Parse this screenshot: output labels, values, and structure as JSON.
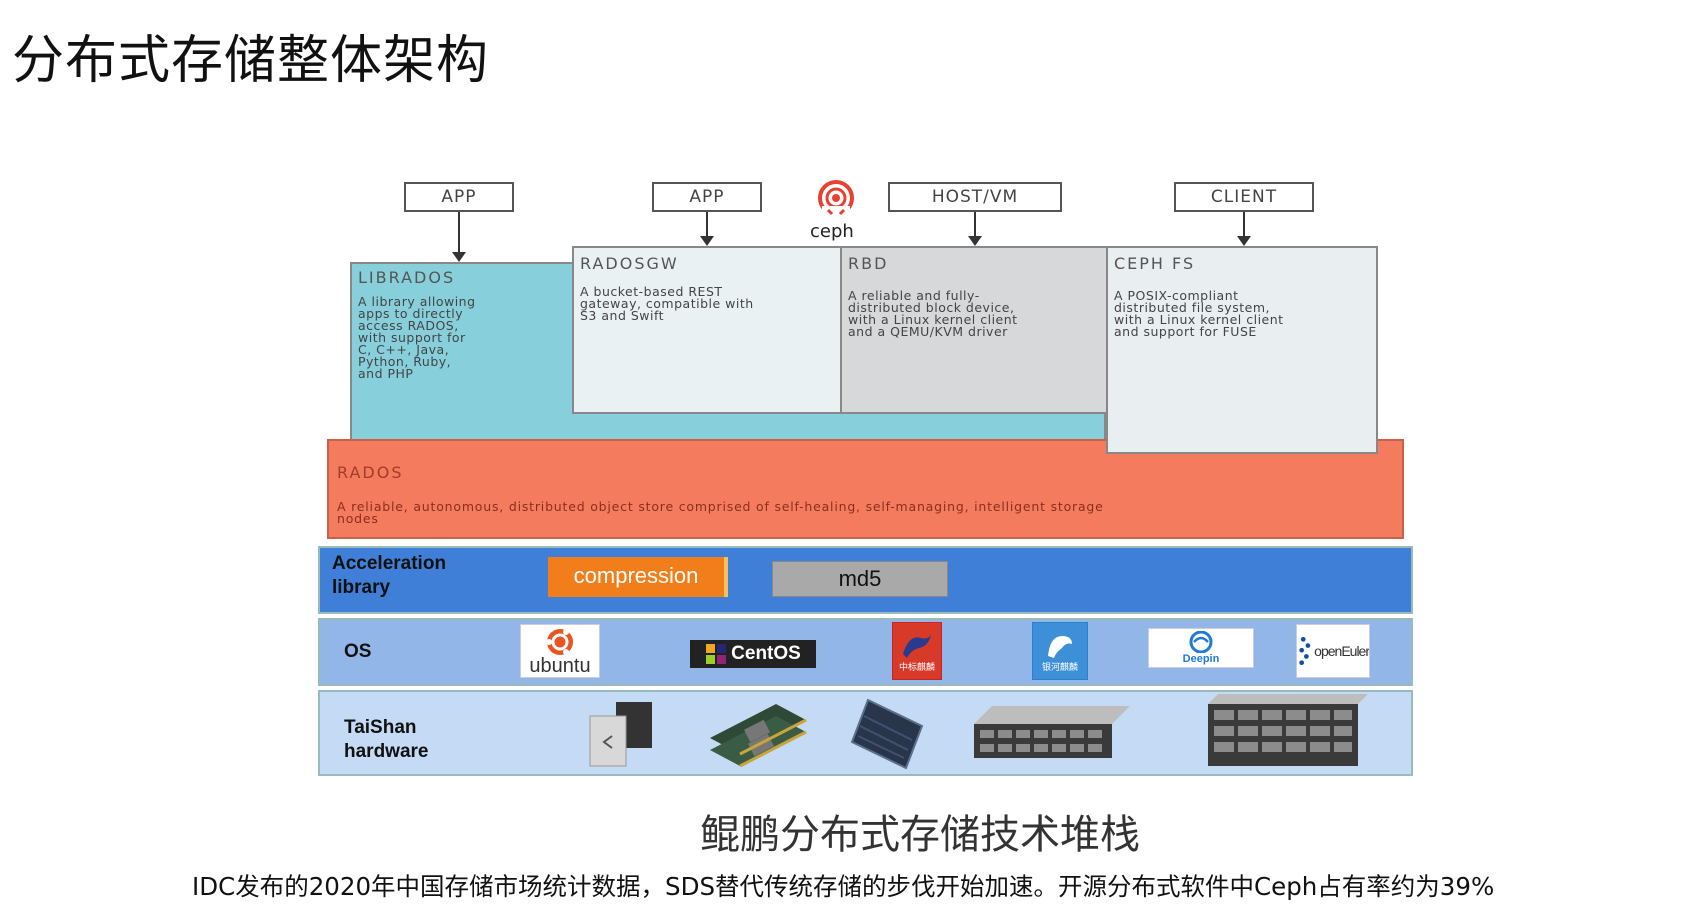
{
  "slide": {
    "title": "分布式存储整体架构",
    "subtitle": "鲲鹏分布式存储技术堆栈",
    "caption": "IDC发布的2020年中国存储市场统计数据，SDS替代传统存储的步伐开始加速。开源分布式软件中Ceph占有率约为39%"
  },
  "ceph": {
    "logo_text": "ceph",
    "logo_color": "#e8412f",
    "entry_points": [
      "APP",
      "APP",
      "HOST/VM",
      "CLIENT"
    ],
    "components": {
      "librados": {
        "title": "LIBRADOS",
        "desc": [
          "A library allowing",
          "apps to directly",
          "access RADOS,",
          "with support for",
          "C, C++, Java,",
          "Python, Ruby,",
          "and PHP"
        ]
      },
      "radosgw": {
        "title": "RADOSGW",
        "desc": [
          "A bucket-based REST",
          "gateway, compatible with",
          "S3 and Swift"
        ]
      },
      "rbd": {
        "title": "RBD",
        "desc": [
          "A reliable and fully-",
          "distributed block device,",
          "with a Linux kernel client",
          "and a QEMU/KVM driver"
        ]
      },
      "cephfs": {
        "title": "CEPH FS",
        "desc": [
          "A POSIX-compliant",
          "distributed file system,",
          "with a Linux kernel client",
          "and support for FUSE"
        ]
      },
      "rados": {
        "title": "RADOS",
        "desc": [
          "A reliable, autonomous, distributed object store comprised of self-healing, self-managing, intelligent storage",
          "nodes"
        ]
      }
    }
  },
  "stack": {
    "accel": {
      "label": [
        "Acceleration",
        "library"
      ],
      "compression": "compression",
      "md5": "md5"
    },
    "os": {
      "label": "OS",
      "logos": [
        "ubuntu",
        "CentOS",
        "中标麒麟",
        "银河麒麟",
        "Deepin",
        "openEuler"
      ]
    },
    "hardware": {
      "label": [
        "TaiShan",
        "hardware"
      ]
    }
  },
  "colors": {
    "librados": "#88cfdc",
    "rados": "#f47b5e",
    "accel": "#3f7fd8",
    "os": "#93b6e8",
    "hardware": "#c5daf4",
    "compression": "#f27d1b",
    "md5": "#a9a9a9"
  }
}
